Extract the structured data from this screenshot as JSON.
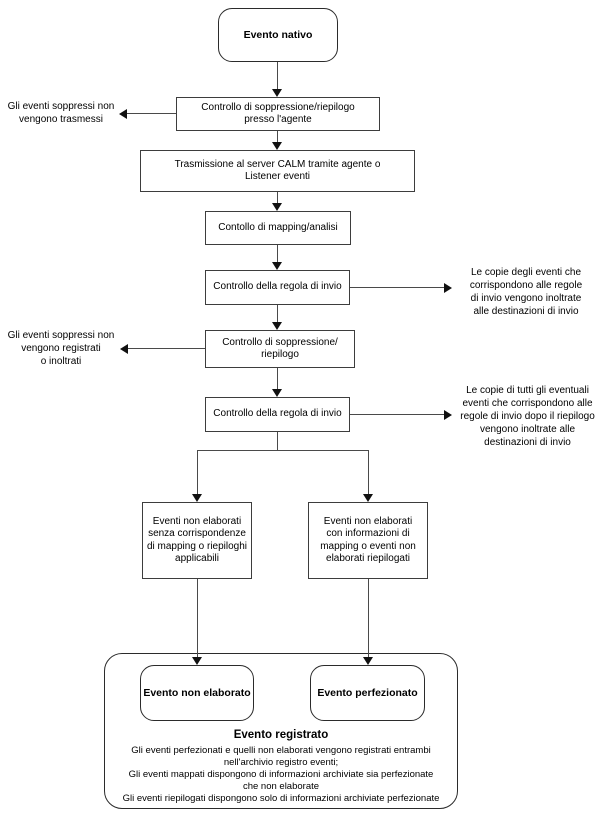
{
  "nodes": {
    "evento_nativo": "Evento nativo",
    "controllo_soppressione_agente": "Controllo di soppressione/riepilogo\npresso l'agente",
    "trasmissione_server": "Trasmissione al server CALM tramite agente o\nListener eventi",
    "controllo_mapping": "Contollo di mapping/analisi",
    "controllo_regola_invio_1": "Controllo della regola di invio",
    "controllo_soppressione_riepilogo": "Controllo di soppressione/\nriepilogo",
    "controllo_regola_invio_2": "Controllo della regola di invio",
    "eventi_senza_corrispondenze": "Eventi non elaborati\nsenza corrispondenze\ndi mapping o riepiloghi\napplicabili",
    "eventi_con_informazioni": "Eventi non elaborati\ncon informazioni di\nmapping o eventi non\nelaborati riepilogati",
    "evento_non_elaborato": "Evento non elaborato",
    "evento_perfezionato": "Evento perfezionato"
  },
  "registrato": {
    "titolo": "Evento registrato",
    "descrizione": "Gli eventi perfezionati e quelli non elaborati vengono registrati entrambi\nnell'archivio registro eventi;\nGli eventi mappati dispongono di informazioni archiviate sia perfezionate\nche non elaborate\nGli eventi riepilogati dispongono solo di informazioni archiviate perfezionate"
  },
  "annotazioni": {
    "soppressi_non_trasmessi": "Gli eventi soppressi non\nvengono trasmessi",
    "soppressi_non_registrati": "Gli eventi soppressi non\nvengono registrati\no inoltrati",
    "copie_eventi_inoltrate": "Le copie degli eventi che\ncorrispondono alle regole\ndi invio vengono inoltrate\nalle destinazioni di invio",
    "copie_eventi_riepilogo": "Le copie di tutti gli eventuali\neventi che corrispondono alle\nregole di invio dopo il riepilogo\nvengono inoltrate alle\ndestinazioni di invio"
  },
  "colors": {
    "background": "#ffffff",
    "line": "#4a4a4a",
    "border": "#3d3d3d",
    "text": "#000000"
  }
}
